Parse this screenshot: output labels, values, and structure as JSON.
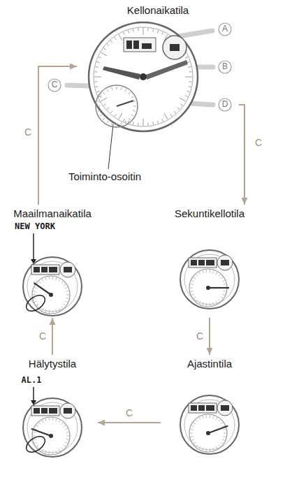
{
  "diagram": {
    "nodes": [
      {
        "text": [
          "Kellonaikatila"
        ]
      },
      {
        "text": [
          "Sekuntikellotila"
        ]
      },
      {
        "text": [
          "Ajastintila"
        ]
      },
      {
        "text": [
          "Hälytystila"
        ]
      },
      {
        "text": [
          "Maailmanaikatila"
        ]
      }
    ],
    "edges": [
      {
        "from": 0,
        "to": 1,
        "label": "C",
        "arrow": "to"
      },
      {
        "from": 1,
        "to": 2,
        "label": "C",
        "arrow": "to"
      },
      {
        "from": 2,
        "to": 3,
        "label": "C",
        "arrow": "to"
      },
      {
        "from": 3,
        "to": 4,
        "label": "C",
        "arrow": "to"
      },
      {
        "from": 4,
        "to": 0,
        "label": "C",
        "arrow": "to"
      }
    ],
    "labels": [
      "A",
      "B",
      "C",
      "D",
      "Toiminto-osoitin",
      "NEW YORK",
      "AL.1"
    ]
  }
}
